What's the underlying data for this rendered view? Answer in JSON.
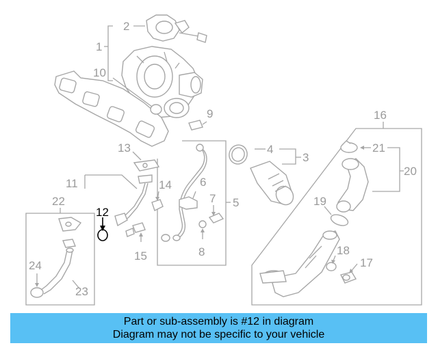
{
  "callouts": {
    "c1": "1",
    "c2": "2",
    "c3": "3",
    "c4": "4",
    "c5": "5",
    "c6": "6",
    "c7": "7",
    "c8": "8",
    "c9": "9",
    "c10": "10",
    "c11": "11",
    "c12": "12",
    "c13": "13",
    "c14": "14",
    "c15": "15",
    "c16": "16",
    "c17": "17",
    "c18": "18",
    "c19": "19",
    "c20": "20",
    "c21": "21",
    "c22": "22",
    "c23": "23",
    "c24": "24"
  },
  "highlighted_part": "12",
  "colors": {
    "banner_background": "#58c0f4",
    "line_art": "#a6a6a6",
    "highlight": "#000000"
  },
  "banner": {
    "line1": "Part or sub-assembly is #12 in diagram",
    "line2": "Diagram may not be specific to your vehicle"
  }
}
